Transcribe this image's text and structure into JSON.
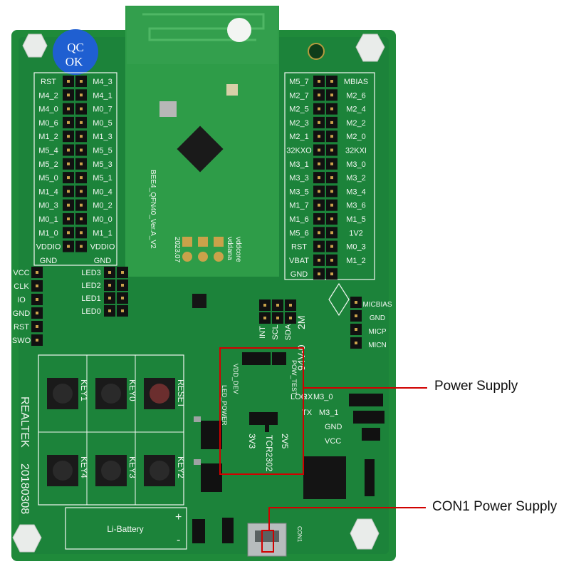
{
  "colors": {
    "pcb_green": "#1f8a3a",
    "pcb_dark": "#146a2c",
    "module_green": "#2e9c48",
    "silkscreen": "#f2f7f2",
    "pin_black": "#111111",
    "gold": "#caa24a",
    "callout_red": "#d10000",
    "qc_blue": "#1f5fd1"
  },
  "board": {
    "qc_line1": "QC",
    "qc_line2": "OK",
    "module_label": "BEE4_QFN40_Ver.A_V2",
    "module_date": "2023.07",
    "vdd_labels": [
      "vddana",
      "vddcore"
    ],
    "header_left_outer": [
      "RST",
      "M4_2",
      "M4_0",
      "M0_6",
      "M1_2",
      "M5_4",
      "M5_2",
      "M5_0",
      "M1_4",
      "M0_3",
      "M0_1",
      "M1_0",
      "VDDIO",
      "GND"
    ],
    "header_left_inner": [
      "M4_3",
      "M4_1",
      "M0_7",
      "M0_5",
      "M1_3",
      "M5_5",
      "M5_3",
      "M5_1",
      "M0_4",
      "M0_2",
      "M0_0",
      "M1_1",
      "VDDIO",
      "GND"
    ],
    "header_right_inner": [
      "M5_7",
      "M2_7",
      "M2_5",
      "M2_3",
      "M2_1",
      "32KXO",
      "M3_1",
      "M3_3",
      "M3_5",
      "M1_7",
      "M1_6",
      "M5_6",
      "RST",
      "VBAT",
      "GND"
    ],
    "header_right_outer": [
      "MBIAS",
      "M2_6",
      "M2_4",
      "M2_2",
      "M2_0",
      "32KXI",
      "M3_0",
      "M3_2",
      "M3_4",
      "M3_6",
      "M1_5",
      "1V2",
      "M0_3",
      "M1_2"
    ],
    "swd_labels": [
      "VCC",
      "CLK",
      "IO",
      "GND",
      "RST",
      "SWO"
    ],
    "led_labels": [
      "LED3",
      "LED2",
      "LED1",
      "LED0"
    ],
    "i2c_labels": [
      "INT",
      "SCL",
      "SDA"
    ],
    "mic_labels": [
      "MICBIAS",
      "GND",
      "MICP",
      "MICN"
    ],
    "board_marks": [
      "2M",
      "94V-0"
    ],
    "vdd_dev": "VDD_DEV",
    "pow_test": "POW_TEST",
    "led_power": "LED_POWER",
    "reg_labels": [
      "2V5",
      "3V3",
      "TCR2302"
    ],
    "uart_labels": [
      "LOG",
      "RX",
      "M3_0",
      "TX",
      "M3_1",
      "GND",
      "VCC"
    ],
    "key_labels": [
      "KEY1",
      "KEY0",
      "RESET",
      "KEY4",
      "KEY3",
      "KEY2"
    ],
    "vendor": "REALTEK",
    "board_date": "20180308",
    "battery_label": "Li-Battery",
    "plus": "+",
    "minus": "-",
    "con1": "CON1"
  },
  "callouts": {
    "power_supply": "Power Supply",
    "con1_power_supply": "CON1 Power Supply"
  }
}
